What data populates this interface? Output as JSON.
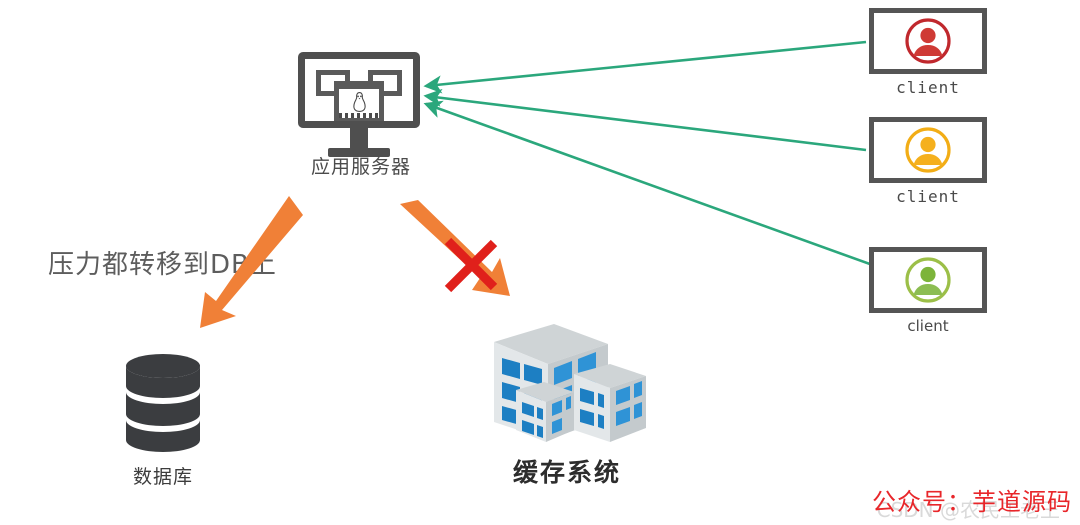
{
  "diagram": {
    "title_note": "application server to clients with DB and cache",
    "background_color": "#ffffff",
    "server": {
      "label": "应用服务器",
      "icon": "monitor-server-linux-icon",
      "frame_color": "#4f4f4f"
    },
    "clients": [
      {
        "label": "client",
        "avatar_icon": "user-avatar-icon",
        "color": "#c0282d",
        "label_font": "mono"
      },
      {
        "label": "client",
        "avatar_icon": "user-avatar-icon",
        "color": "#f2ad16",
        "label_font": "mono"
      },
      {
        "label": "client",
        "avatar_icon": "user-avatar-icon",
        "color": "#7cb43a",
        "label_font": "sans"
      }
    ],
    "connections": {
      "color": "#2ba77c",
      "arrowhead_at": "server",
      "count": 3
    },
    "annotations": {
      "pressure_text": "压力都转移到DB上",
      "pressure_text_color": "#5d5d5d",
      "blocked_marker": "red-x-cross",
      "blocked_marker_color": "#e0201b"
    },
    "arrows": [
      {
        "name": "arrow-to-database",
        "color": "#f08037",
        "direction": "down-left",
        "blocked": false
      },
      {
        "name": "arrow-to-cache",
        "color": "#f08037",
        "direction": "down-right",
        "blocked": true
      }
    ],
    "database": {
      "label": "数据库",
      "icon": "database-cylinder-icon",
      "color": "#3b3d40"
    },
    "cache": {
      "label": "缓存系统",
      "icon": "buildings-cluster-icon",
      "window_color": "#1d7fc3",
      "wall_color": "#d7dbdd"
    },
    "watermarks": {
      "brand": "公众号：芋道源码",
      "brand_color": "#e8262a",
      "site": "CSDN @农民工老王"
    }
  }
}
